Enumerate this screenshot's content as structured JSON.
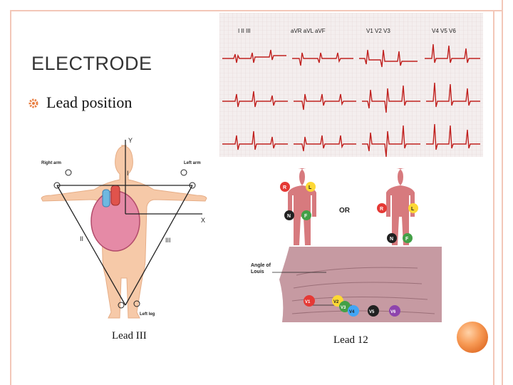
{
  "slide": {
    "title": "ELECTRODE",
    "bullet": "Lead position",
    "caption_left": "Lead III",
    "caption_right": "Lead 12"
  },
  "ecg_strip": {
    "header_groups": [
      "I  II  III",
      "aVR aVL aVF",
      "V1  V2  V3",
      "V4  V5  V6"
    ]
  },
  "einthoven": {
    "axis_y": "Y",
    "axis_x": "X",
    "right_arm": "Right arm",
    "left_arm": "Left arm",
    "left_leg": "Left leg",
    "lead_i": "I",
    "lead_ii": "II",
    "lead_iii": "III"
  },
  "limb_electrodes": {
    "r": "R",
    "l": "L",
    "n": "N",
    "f": "F",
    "or": "OR",
    "colors": {
      "R": "#e53935",
      "L": "#fdd835",
      "N": "#212121",
      "F": "#43a047"
    }
  },
  "chest": {
    "angle_label_1": "Angle of",
    "angle_label_2": "Louis",
    "v1": "V1",
    "v2": "V2",
    "v3": "V3",
    "v4": "V4",
    "v5": "V5",
    "v6": "V6"
  },
  "colors": {
    "frame": "#f3c7b8",
    "accent": "#f28a4c",
    "bullet": "#e87c3e"
  }
}
